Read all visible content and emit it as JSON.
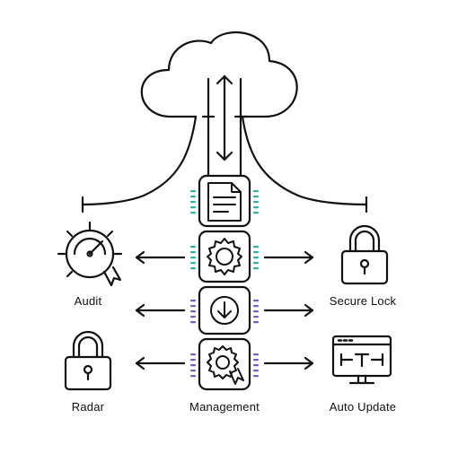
{
  "colors": {
    "stroke": "#111111",
    "teal": "#2bb5a0",
    "purple": "#7a5bc4",
    "background": "#ffffff"
  },
  "labels": {
    "audit": "Audit",
    "secure_lock": "Secure Lock",
    "radar": "Radar",
    "management": "Management",
    "auto_update": "Auto Update"
  },
  "icons": {
    "cloud": "cloud-icon",
    "document": "document-icon",
    "gear_badge": "gear-badge-icon",
    "download": "download-circle-icon",
    "award": "award-certificate-icon",
    "gauge": "gauge-icon",
    "padlock": "padlock-icon",
    "monitor": "monitor-icon"
  }
}
